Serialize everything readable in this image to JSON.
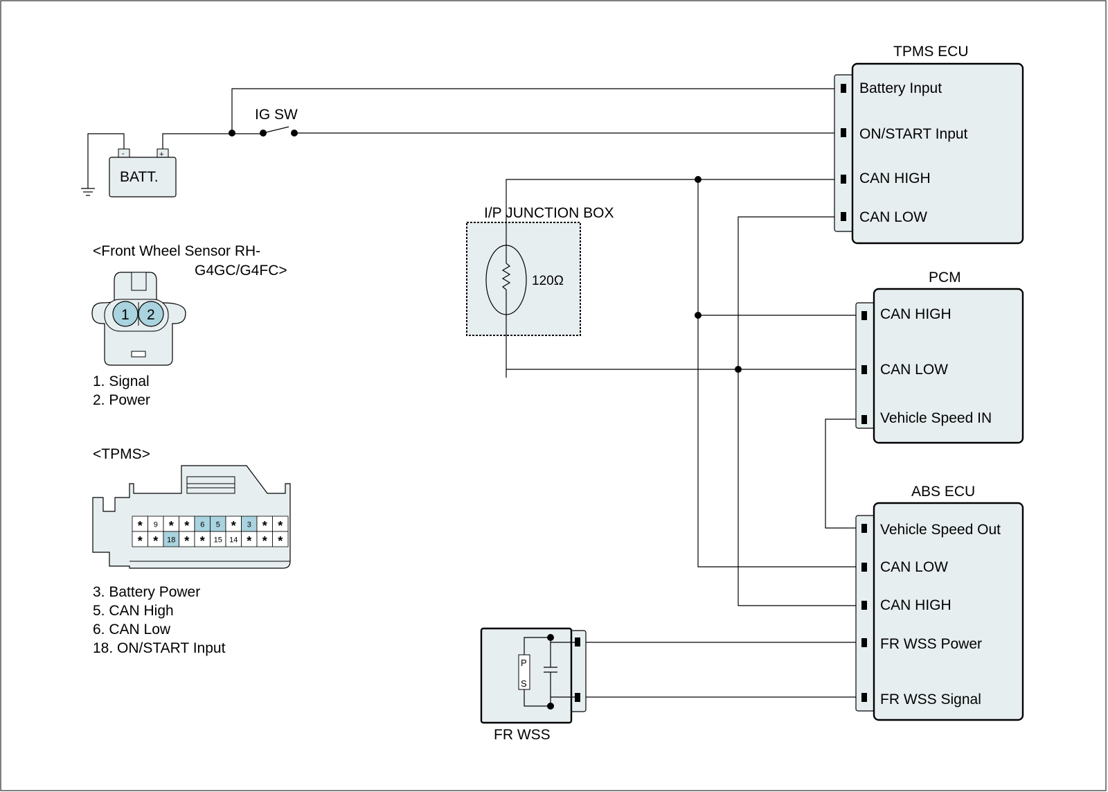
{
  "battery": {
    "label": "BATT.",
    "neg": "-",
    "pos": "+"
  },
  "ig_switch": {
    "label": "IG SW"
  },
  "tpms_ecu": {
    "title": "TPMS ECU",
    "pins": [
      "Battery Input",
      "ON/START Input",
      "CAN HIGH",
      "CAN LOW"
    ]
  },
  "junction_box": {
    "title": "I/P JUNCTION BOX",
    "resistor": "120Ω"
  },
  "pcm": {
    "title": "PCM",
    "pins": [
      "CAN HIGH",
      "CAN LOW",
      "Vehicle Speed IN"
    ]
  },
  "abs_ecu": {
    "title": "ABS ECU",
    "pins": [
      "Vehicle Speed Out",
      "CAN LOW",
      "CAN HIGH",
      "FR WSS Power",
      "FR WSS Signal"
    ]
  },
  "fr_wss": {
    "title": "FR WSS",
    "p": "P",
    "s": "S"
  },
  "front_sensor": {
    "title_line1": "<Front Wheel Sensor RH-",
    "title_line2": "G4GC/G4FC>",
    "pin1": "1",
    "pin2": "2",
    "legend": [
      "1. Signal",
      "2. Power"
    ]
  },
  "tpms_connector": {
    "title": "<TPMS>",
    "row1": [
      "*",
      "9",
      "*",
      "*",
      "6",
      "5",
      "*",
      "3",
      "*",
      "*"
    ],
    "row2": [
      "*",
      "*",
      "18",
      "*",
      "*",
      "15",
      "14",
      "*",
      "*",
      "*"
    ],
    "highlighted": [
      "3",
      "5",
      "6",
      "18"
    ],
    "legend": [
      "3. Battery Power",
      "5. CAN High",
      "6. CAN Low",
      "18. ON/START Input"
    ]
  },
  "colors": {
    "box_fill": "#e7eef0",
    "pin_highlight": "#a9d3de"
  }
}
